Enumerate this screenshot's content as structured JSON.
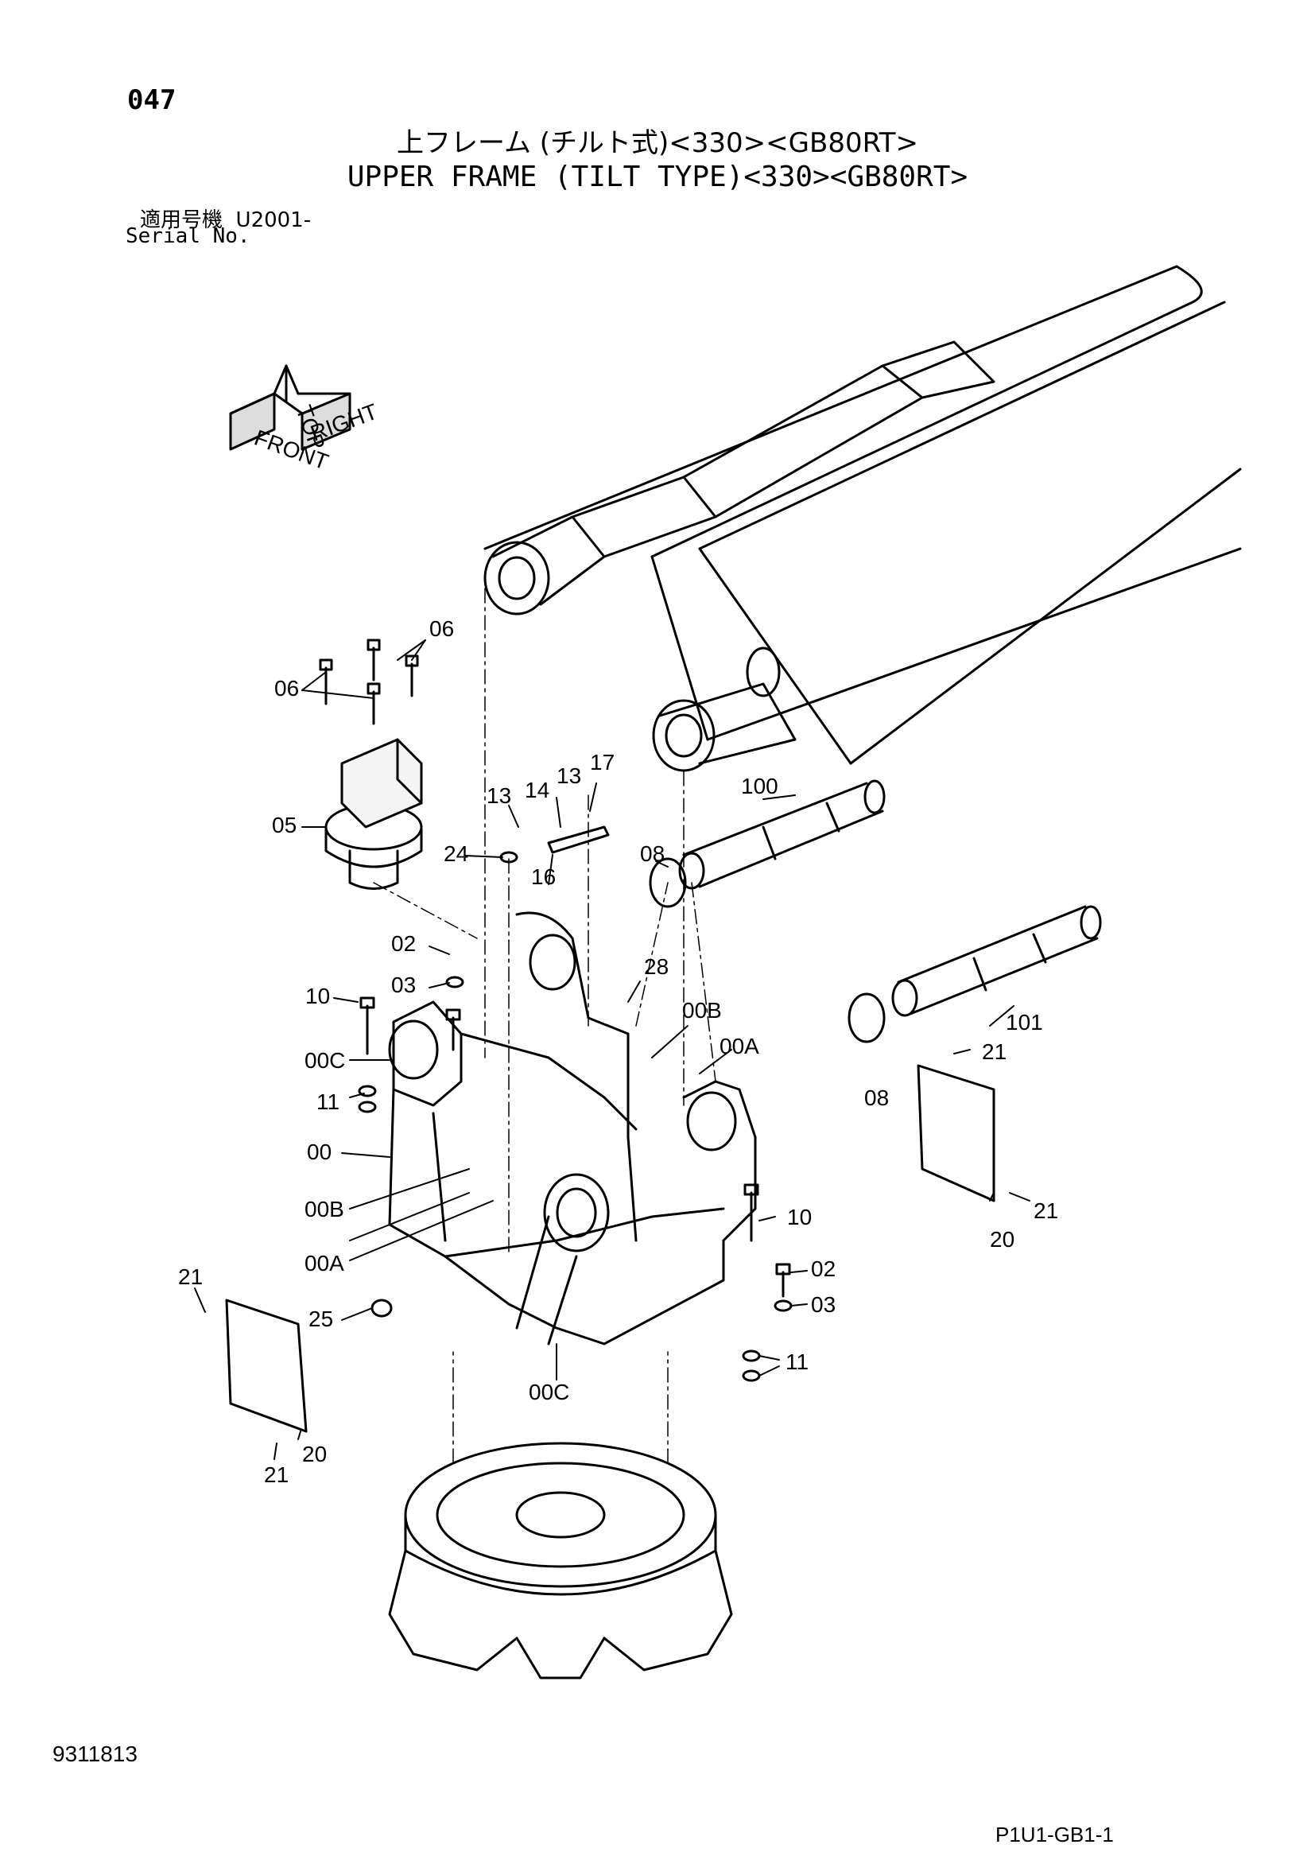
{
  "page": {
    "page_number": "047",
    "title_jp": "上フレーム (チルト式)<330><GB80RT>",
    "title_en": "UPPER FRAME (TILT TYPE)<330><GB80RT>",
    "serial_label_jp": "適用号機",
    "serial_value": "U2001-",
    "serial_label_en": "Serial No.",
    "document_number": "9311813",
    "page_reference": "P1U1-GB1-1"
  },
  "orientation_symbol": {
    "labels": [
      "FRONT",
      "TOP",
      "RIGHT"
    ],
    "icon": "orientation-cube-icon"
  },
  "callouts": [
    {
      "id": "06",
      "label": "06"
    },
    {
      "id": "06b",
      "label": "06"
    },
    {
      "id": "05",
      "label": "05"
    },
    {
      "id": "13",
      "label": "13"
    },
    {
      "id": "13b",
      "label": "13"
    },
    {
      "id": "14",
      "label": "14"
    },
    {
      "id": "17",
      "label": "17"
    },
    {
      "id": "100",
      "label": "100"
    },
    {
      "id": "24",
      "label": "24"
    },
    {
      "id": "08",
      "label": "08"
    },
    {
      "id": "16",
      "label": "16"
    },
    {
      "id": "10",
      "label": "10"
    },
    {
      "id": "02",
      "label": "02"
    },
    {
      "id": "03",
      "label": "03"
    },
    {
      "id": "28",
      "label": "28"
    },
    {
      "id": "00B",
      "label": "00B"
    },
    {
      "id": "101",
      "label": "101"
    },
    {
      "id": "00C",
      "label": "00C"
    },
    {
      "id": "00A",
      "label": "00A"
    },
    {
      "id": "21",
      "label": "21"
    },
    {
      "id": "11",
      "label": "11"
    },
    {
      "id": "08b",
      "label": "08"
    },
    {
      "id": "00",
      "label": "00"
    },
    {
      "id": "00Bb",
      "label": "00B"
    },
    {
      "id": "10b",
      "label": "10"
    },
    {
      "id": "21b",
      "label": "21"
    },
    {
      "id": "00Ab",
      "label": "00A"
    },
    {
      "id": "20",
      "label": "20"
    },
    {
      "id": "02b",
      "label": "02"
    },
    {
      "id": "21c",
      "label": "21"
    },
    {
      "id": "03b",
      "label": "03"
    },
    {
      "id": "25",
      "label": "25"
    },
    {
      "id": "11b",
      "label": "11"
    },
    {
      "id": "00Cb",
      "label": "00C"
    },
    {
      "id": "20b",
      "label": "20"
    },
    {
      "id": "21d",
      "label": "21"
    }
  ]
}
